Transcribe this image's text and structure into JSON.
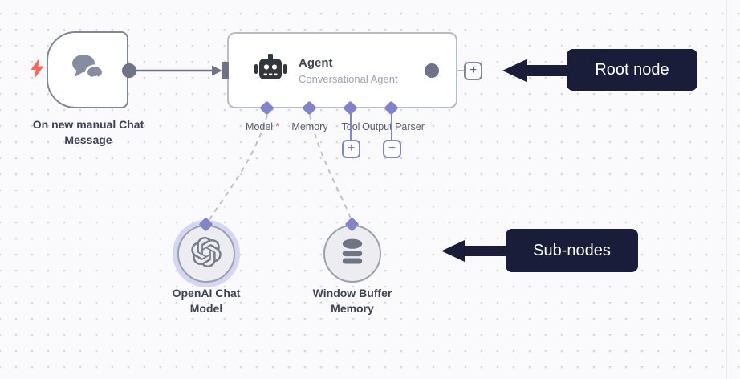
{
  "canvas": {
    "trigger_node": {
      "label": "On new manual Chat Message",
      "icon": "chat-bubbles-icon"
    },
    "agent_node": {
      "title": "Agent",
      "subtitle": "Conversational Agent",
      "icon": "robot-icon",
      "required_marker": "*",
      "connectors": [
        {
          "label": "Model",
          "required": true
        },
        {
          "label": "Memory",
          "required": false
        },
        {
          "label": "Tool",
          "required": false
        },
        {
          "label": "Output Parser",
          "required": false
        }
      ]
    },
    "sub_nodes": [
      {
        "label": "OpenAI Chat Model",
        "icon": "openai-logo-icon"
      },
      {
        "label": "Window Buffer Memory",
        "icon": "database-icon"
      }
    ]
  },
  "annotations": {
    "root": {
      "label": "Root node"
    },
    "sub": {
      "label": "Sub-nodes"
    }
  },
  "ui": {
    "plus": "+"
  },
  "colors": {
    "accent_purple": "#8184ca",
    "annotation_navy": "#191d3a",
    "connector_slate": "#6e7486",
    "trigger_bolt_red": "#ff6455",
    "required_red": "#f25e5e",
    "canvas_bg": "#fafafc"
  }
}
